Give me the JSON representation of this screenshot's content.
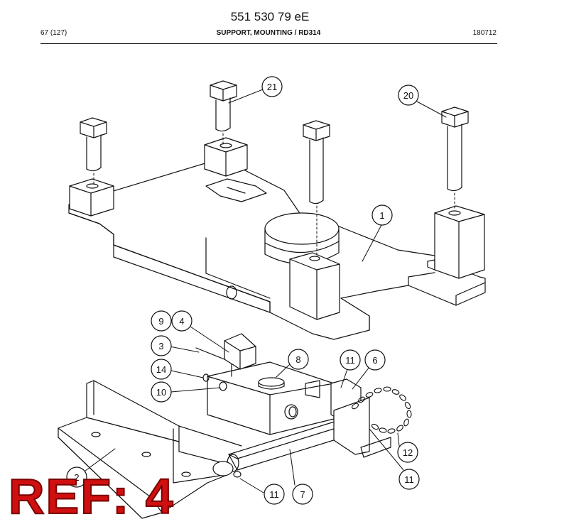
{
  "header": {
    "doc_number": "551 530 79 eE",
    "page_ref": "67 (127)",
    "section_title": "SUPPORT, MOUNTING / RD314",
    "revision": "180712"
  },
  "callouts": [
    {
      "id": "c1",
      "label": "1"
    },
    {
      "id": "c2",
      "label": "2"
    },
    {
      "id": "c3",
      "label": "3"
    },
    {
      "id": "c4",
      "label": "4"
    },
    {
      "id": "c6",
      "label": "6"
    },
    {
      "id": "c7",
      "label": "7"
    },
    {
      "id": "c8",
      "label": "8"
    },
    {
      "id": "c9",
      "label": "9"
    },
    {
      "id": "c10",
      "label": "10"
    },
    {
      "id": "c11a",
      "label": "11"
    },
    {
      "id": "c11b",
      "label": "11"
    },
    {
      "id": "c11c",
      "label": "11"
    },
    {
      "id": "c12",
      "label": "12"
    },
    {
      "id": "c14",
      "label": "14"
    },
    {
      "id": "c20",
      "label": "20"
    },
    {
      "id": "c21",
      "label": "21"
    }
  ],
  "ref_stamp": "REF: 4",
  "colors": {
    "line": "#111111",
    "stamp": "#d01010",
    "stamp_outline": "#7a0000"
  }
}
